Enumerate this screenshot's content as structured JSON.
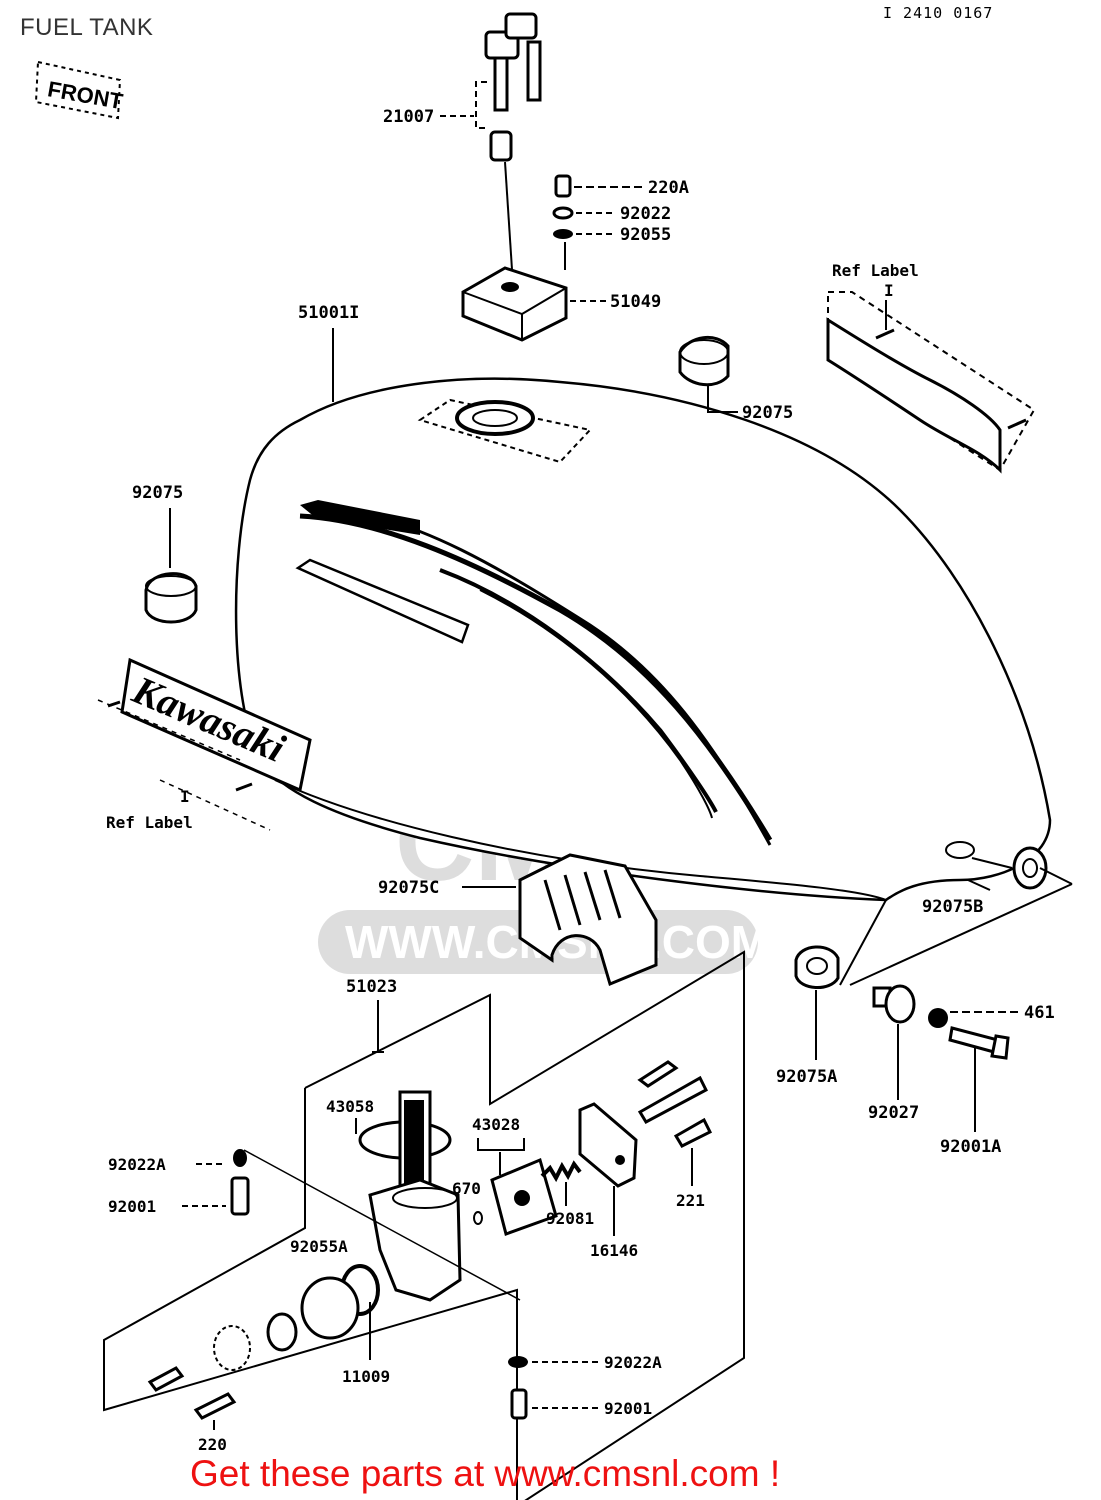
{
  "header": {
    "title": "FUEL TANK",
    "diagram_ref": "I 2410 0167"
  },
  "footer": {
    "promo": "Get these parts at www.cmsnl.com !"
  },
  "decals": {
    "front": "FRONT",
    "brand": "Kawasaki"
  },
  "watermark": {
    "brand": "CMS",
    "url": "WWW.CMSNL.COM"
  },
  "labels": {
    "key_set": "21007",
    "screw_cap": "220A",
    "washer_cap": "92022",
    "washer_cap2": "92055",
    "cap": "51049",
    "tank": "51001I",
    "ref_label_right": "Ref  Label",
    "ref_label_right_num": "I",
    "damper_top": "92075",
    "damper_left": "92075",
    "ref_label_left": "Ref  Label",
    "ref_label_left_num": "I",
    "damper_c": "92075C",
    "damper_b": "92075B",
    "damper_a": "92075A",
    "cock_assy": "51023",
    "nut_461": "461",
    "collar": "92027",
    "bolt_a": "92001A",
    "gasket": "43058",
    "lever_plate": "43028",
    "oring_670": "670",
    "spring": "92081",
    "cover": "16146",
    "screw_221": "221",
    "washer_a_left": "92022A",
    "bolt_left": "92001",
    "oring_a": "92055A",
    "filter": "11009",
    "washer_a_bottom": "92022A",
    "bolt_bottom": "92001",
    "screw_220": "220"
  }
}
